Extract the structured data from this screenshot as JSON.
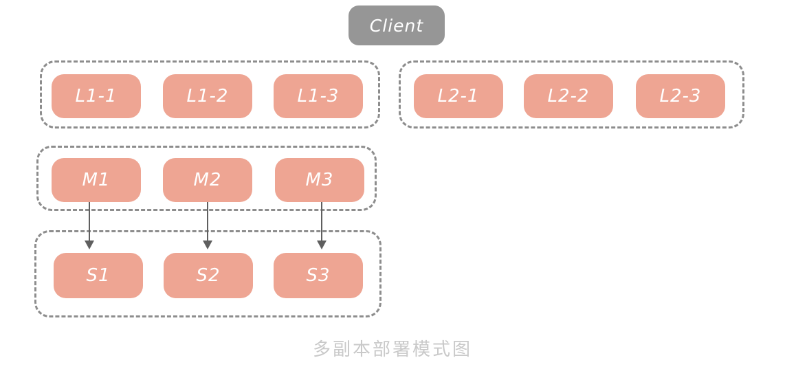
{
  "colors": {
    "node_fill": "#eea593",
    "client_fill": "#969696",
    "group_border": "#8d8d8d",
    "arrow": "#5f5f5f",
    "caption": "#c9c9c9",
    "label_text": "#ffffff"
  },
  "client": {
    "label": "Client"
  },
  "groups": [
    {
      "id": "L1",
      "boxes": [
        "L1-1",
        "L1-2",
        "L1-3"
      ]
    },
    {
      "id": "L2",
      "boxes": [
        "L2-1",
        "L2-2",
        "L2-3"
      ]
    },
    {
      "id": "M",
      "boxes": [
        "M1",
        "M2",
        "M3"
      ]
    },
    {
      "id": "S",
      "boxes": [
        "S1",
        "S2",
        "S3"
      ]
    }
  ],
  "arrows": [
    {
      "from": "M1",
      "to": "S1"
    },
    {
      "from": "M2",
      "to": "S2"
    },
    {
      "from": "M3",
      "to": "S3"
    }
  ],
  "caption": "多副本部署模式图"
}
